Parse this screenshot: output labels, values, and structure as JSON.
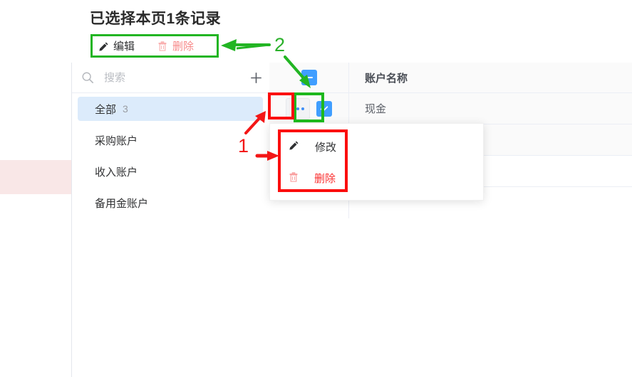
{
  "page": {
    "title": "已选择本页1条记录"
  },
  "toolbar": {
    "edit_label": "编辑",
    "edit_icon": "pencil-icon",
    "delete_label": "删除",
    "delete_icon": "trash-icon",
    "edit_color": "#303133",
    "delete_color": "#f78989",
    "highlight_color": "#22b523"
  },
  "sidebar": {
    "search": {
      "placeholder": "搜索",
      "value": "",
      "icon": "search-icon"
    },
    "add_button": {
      "label": "+",
      "icon": "plus-icon"
    },
    "items": [
      {
        "label": "全部",
        "count": "3",
        "active": true
      },
      {
        "label": "采购账户",
        "count": "",
        "active": false
      },
      {
        "label": "收入账户",
        "count": "",
        "active": false
      },
      {
        "label": "备用金账户",
        "count": "",
        "active": false
      }
    ]
  },
  "table": {
    "header": {
      "select_all_state": "indeterminate",
      "name_column": "账户名称"
    },
    "rows": [
      {
        "checked": true,
        "more_icon": "ellipsis-icon",
        "name": "现金"
      }
    ],
    "empty_rows": 3
  },
  "context_menu": {
    "items": [
      {
        "label": "修改",
        "icon": "pencil-icon",
        "color": "#303133"
      },
      {
        "label": "删除",
        "icon": "trash-icon",
        "color": "#fa2f2f"
      }
    ]
  },
  "annotations": [
    {
      "label": "2",
      "color": "#2bb12b",
      "kind": "step-marker"
    },
    {
      "label": "1",
      "color": "#f31616",
      "kind": "step-marker"
    }
  ],
  "colors": {
    "accent_blue": "#409eff",
    "active_item_bg": "#dcebfb",
    "header_bg": "#fafafa",
    "pink_block": "#f9e7e7",
    "border": "#ebeef5"
  }
}
